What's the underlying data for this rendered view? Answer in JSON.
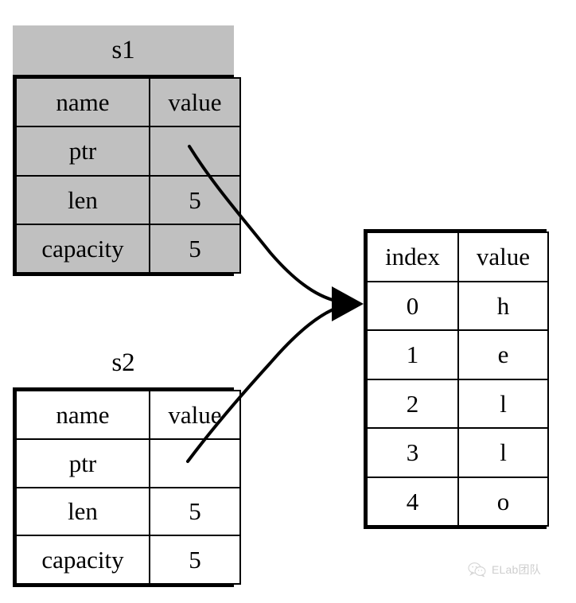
{
  "diagram": {
    "title": "Rust String slice / Vec pointer sharing diagram",
    "colors": {
      "struct_fill_s1": "#c0c0c0",
      "struct_fill_s2": "#ffffff",
      "border": "#000000",
      "background": "#ffffff",
      "watermark": "#8a8a8a"
    }
  },
  "s1": {
    "label": "s1",
    "headers": {
      "name": "name",
      "value": "value"
    },
    "rows": [
      {
        "name": "ptr",
        "value": ""
      },
      {
        "name": "len",
        "value": "5"
      },
      {
        "name": "capacity",
        "value": "5"
      }
    ]
  },
  "s2": {
    "label": "s2",
    "headers": {
      "name": "name",
      "value": "value"
    },
    "rows": [
      {
        "name": "ptr",
        "value": ""
      },
      {
        "name": "len",
        "value": "5"
      },
      {
        "name": "capacity",
        "value": "5"
      }
    ]
  },
  "heap": {
    "headers": {
      "index": "index",
      "value": "value"
    },
    "rows": [
      {
        "index": "0",
        "value": "h"
      },
      {
        "index": "1",
        "value": "e"
      },
      {
        "index": "2",
        "value": "l"
      },
      {
        "index": "3",
        "value": "l"
      },
      {
        "index": "4",
        "value": "o"
      }
    ]
  },
  "arrows": [
    {
      "from": "s1-ptr-value",
      "to": "heap-row-0",
      "style": "curved-arrow"
    },
    {
      "from": "s2-ptr-value",
      "to": "heap-row-0",
      "style": "curved-arrow"
    }
  ],
  "watermark": {
    "icon": "wechat-icon",
    "text": "ELab团队"
  }
}
